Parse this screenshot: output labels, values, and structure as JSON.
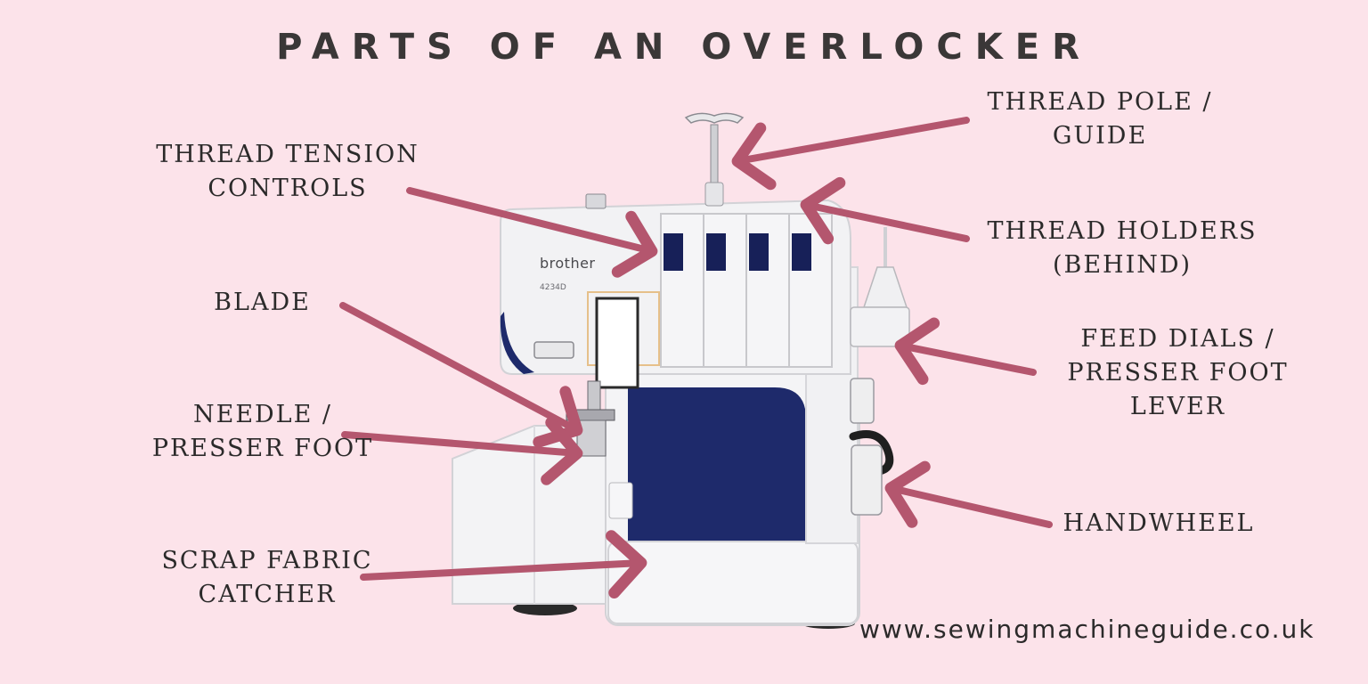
{
  "title": "PARTS OF AN OVERLOCKER",
  "machine": {
    "brand": "brother",
    "model": "4234D"
  },
  "labels": {
    "thread_pole": [
      "THREAD POLE /",
      "GUIDE"
    ],
    "thread_tension": [
      "THREAD TENSION",
      "CONTROLS"
    ],
    "thread_holders": [
      "THREAD HOLDERS",
      "(BEHIND)"
    ],
    "blade": [
      "BLADE"
    ],
    "feed_dials": [
      "FEED DIALS /",
      "PRESSER FOOT",
      "LEVER"
    ],
    "needle": [
      "NEEDLE /",
      "PRESSER FOOT"
    ],
    "handwheel": [
      "HANDWHEEL"
    ],
    "scrap_fabric": [
      "SCRAP FABRIC",
      "CATCHER"
    ]
  },
  "website": "www.sewingmachineguide.co.uk",
  "colors": {
    "background": "#fce3ea",
    "arrow": "#b4566e",
    "text": "#2b2a2a",
    "machine_body": "#f1f1f3",
    "machine_accent": "#1e2a6b"
  }
}
